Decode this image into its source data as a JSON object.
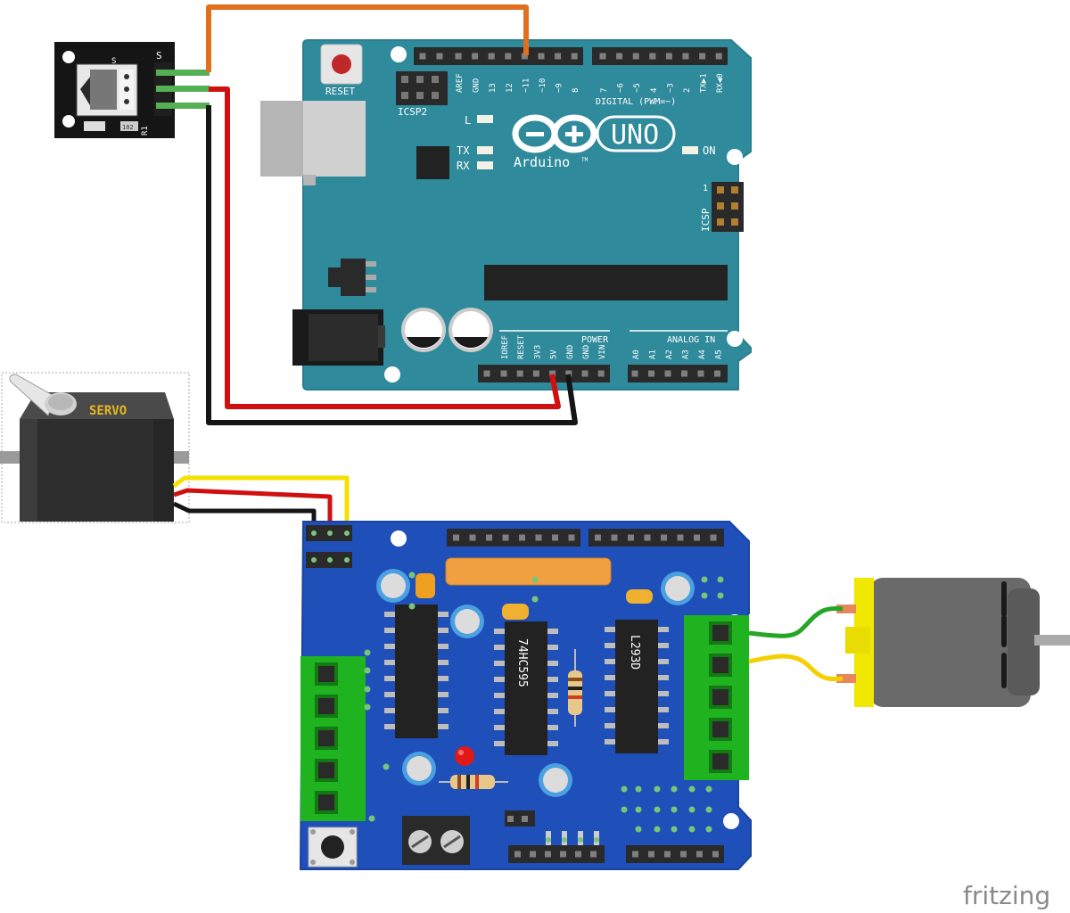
{
  "arduino": {
    "reset_label": "RESET",
    "icsp2_label": "ICSP2",
    "icsp_label": "ICSP",
    "icsp_pin1": "1",
    "led_l": "L",
    "led_tx": "TX",
    "led_rx": "RX",
    "led_on": "ON",
    "brand": "Arduino",
    "trademark": "TM",
    "model": "UNO",
    "digital_label": "DIGITAL (PWM=~)",
    "power_label": "POWER",
    "analog_label": "ANALOG IN",
    "digital_pins_left": [
      "AREF",
      "GND",
      "13",
      "12",
      "~11",
      "~10",
      "~9",
      "8"
    ],
    "digital_pins_right": [
      "7",
      "~6",
      "~5",
      "4",
      "~3",
      "2",
      "TX▶1",
      "RX◀0"
    ],
    "power_pins": [
      "IOREF",
      "RESET",
      "3V3",
      "5V",
      "GND",
      "GND",
      "VIN"
    ],
    "analog_pins": [
      "A0",
      "A1",
      "A2",
      "A3",
      "A4",
      "A5"
    ]
  },
  "ir_sensor": {
    "pin_label": "S",
    "silk_s": "S",
    "resistor_label": "102",
    "r1_label": "R1"
  },
  "servo": {
    "label": "SERVO"
  },
  "motor_shield": {
    "chip1_label": "74HC595",
    "chip2_label": "L293D"
  },
  "footer": {
    "brand": "fritzing"
  },
  "colors": {
    "arduino_board": "#2f8a9c",
    "shield_board": "#1f4fb8",
    "terminal_green": "#1fb31f",
    "wire_orange": "#e07020",
    "wire_red": "#d01010",
    "wire_black": "#151515",
    "wire_yellow": "#f5e000",
    "wire_green": "#26a626",
    "motor_cap": "#f0e800"
  }
}
